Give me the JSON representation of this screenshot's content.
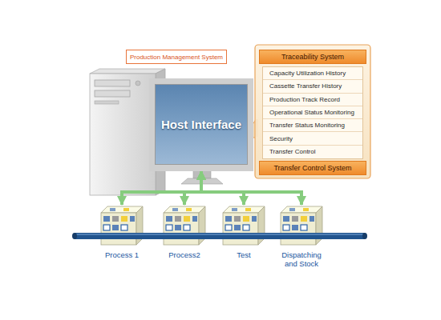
{
  "diagram": {
    "nodes": [
      {
        "text": [
          "Production Management System"
        ]
      },
      {
        "text": [
          "Host Interface"
        ]
      },
      {
        "text": [
          "Traceability System"
        ]
      },
      {
        "text": [
          "Capacity Utilization History",
          "Cassette Transfer History",
          "Production Track Record",
          "Operational Status Monitoring",
          "Transfer Status Monitoring",
          "Security",
          "Transfer Control"
        ]
      },
      {
        "text": [
          "Transfer Control System"
        ]
      },
      {
        "text": [
          "Process 1"
        ]
      },
      {
        "text": [
          "Process2"
        ]
      },
      {
        "text": [
          "Test"
        ]
      },
      {
        "text": [
          "Dispatching and Stock"
        ]
      }
    ],
    "edges": [
      {
        "from": 1,
        "to": 5,
        "arrow": "both"
      },
      {
        "from": 1,
        "to": 6,
        "arrow": "both"
      },
      {
        "from": 1,
        "to": 7,
        "arrow": "both"
      },
      {
        "from": 1,
        "to": 8,
        "arrow": "both"
      }
    ]
  }
}
